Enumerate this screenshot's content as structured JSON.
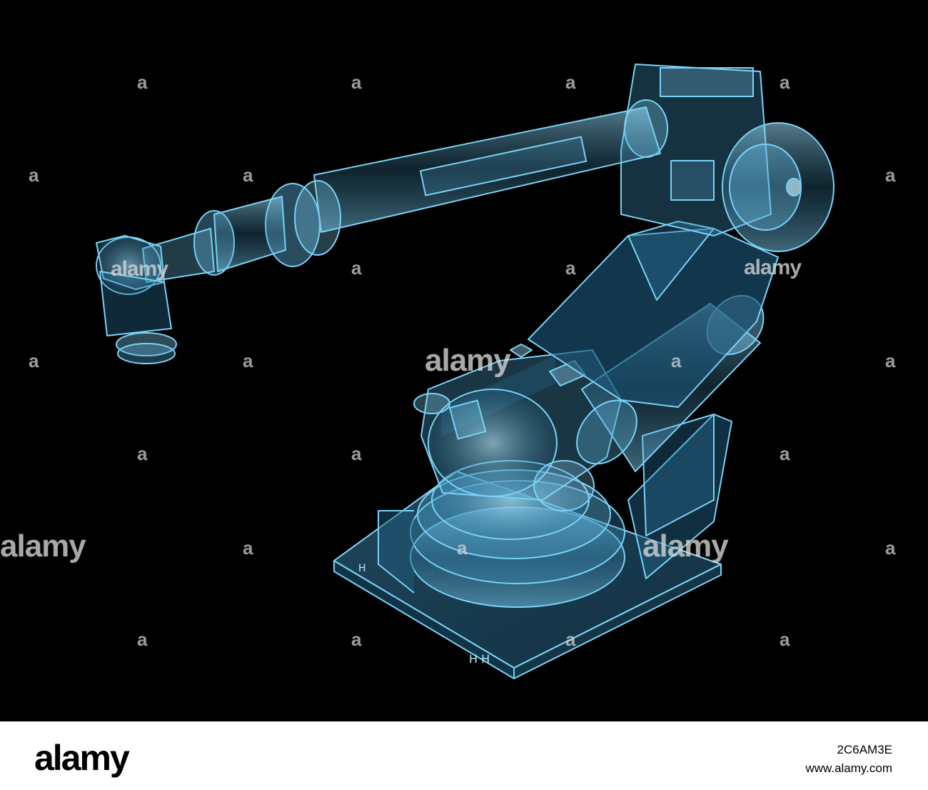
{
  "image": {
    "subject": "industrial robot arm x-ray render",
    "background_color": "#000000",
    "accent_color": "#5fc4ee"
  },
  "watermark": {
    "brand": "alamy",
    "short": "a"
  },
  "footer": {
    "logo": "alamy",
    "image_id": "2C6AM3E",
    "url": "www.alamy.com"
  }
}
